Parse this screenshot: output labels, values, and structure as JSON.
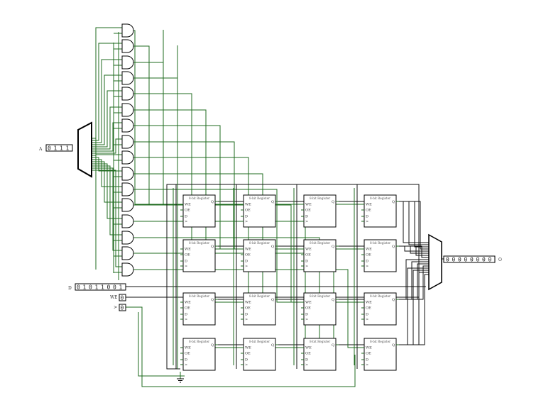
{
  "colors": {
    "wire": "#1f6b1f",
    "wire_bright": "#2c8a2c",
    "bus": "#111111",
    "component": "#000000",
    "pin_fill": "#ffffff",
    "pin_bit": "#00a000"
  },
  "inputs": {
    "address": {
      "label": "A",
      "bits": [
        "0",
        "1",
        "1",
        "1"
      ]
    },
    "data": {
      "label": "D",
      "bits": [
        "0",
        "1",
        "0",
        "1",
        "1",
        "0",
        "0",
        "1"
      ]
    },
    "write_enable": {
      "label": "WE",
      "bits": [
        "0"
      ]
    },
    "clock": {
      "label": ">",
      "bits": [
        "0"
      ]
    }
  },
  "output": {
    "label": "O",
    "bits": [
      "0",
      "0",
      "0",
      "0",
      "0",
      "0",
      "0",
      "0"
    ]
  },
  "register": {
    "title": "8-bit Register",
    "pins": {
      "write_enable": "WE",
      "output_enable": "OE",
      "data": "D",
      "clock": ">",
      "output": "Q"
    }
  },
  "register_grid": {
    "rows": 4,
    "cols": 4
  },
  "and_gate_count": 16,
  "ground_symbol": "ground-icon",
  "mux_icon": "multiplexer-icon",
  "demux_icon": "demultiplexer-icon"
}
